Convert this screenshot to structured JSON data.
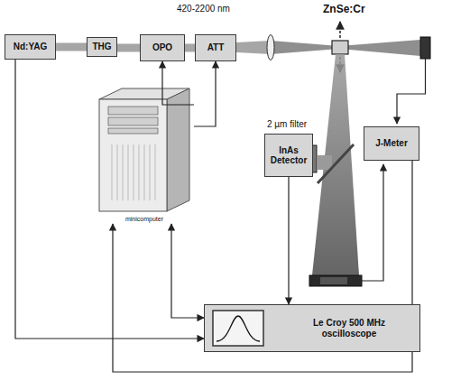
{
  "diagram": {
    "nodes": [
      {
        "text": [
          "Nd:YAG"
        ]
      },
      {
        "text": [
          "THG"
        ]
      },
      {
        "text": [
          "OPO"
        ]
      },
      {
        "text": [
          "ATT"
        ]
      },
      {
        "text": [
          "InAs Detector"
        ]
      },
      {
        "text": [
          "J-Meter"
        ]
      },
      {
        "text": [
          "minicomputer"
        ]
      },
      {
        "text": [
          "Le Croy 500 MHz oscilloscope"
        ]
      }
    ],
    "edges": [
      {
        "from": 0,
        "to": 1,
        "arrow": "none"
      },
      {
        "from": 1,
        "to": 2,
        "arrow": "none"
      },
      {
        "from": 2,
        "to": 3,
        "arrow": "none"
      },
      {
        "from": 6,
        "to": 2,
        "arrow": "to"
      },
      {
        "from": 6,
        "to": 3,
        "arrow": "to"
      },
      {
        "from": 6,
        "to": 7,
        "arrow": "both"
      },
      {
        "from": 0,
        "to": 7,
        "arrow": "to"
      },
      {
        "from": 4,
        "to": 7,
        "arrow": "to"
      },
      {
        "from": 5,
        "to": 6,
        "arrow": "to"
      }
    ],
    "labels": [
      "420-2200 nm",
      "ZnSe:Cr",
      "2 µm filter"
    ]
  }
}
